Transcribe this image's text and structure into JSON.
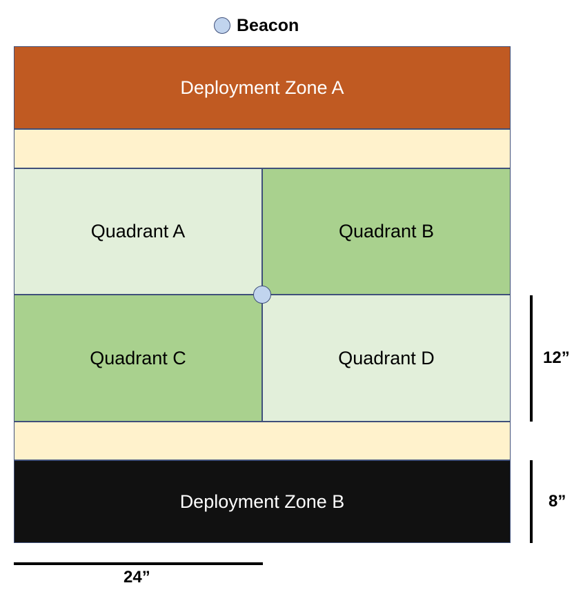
{
  "legend": {
    "label": "Beacon",
    "icon": "beacon-circle",
    "fill_color": "#c1d4ee"
  },
  "zones": {
    "deployment_a": "Deployment Zone A",
    "deployment_b": "Deployment Zone B"
  },
  "quadrants": {
    "a": "Quadrant A",
    "b": "Quadrant B",
    "c": "Quadrant C",
    "d": "Quadrant D"
  },
  "scale": {
    "vertical_quadrant": "12”",
    "vertical_zone": "8”",
    "horizontal": "24”"
  },
  "colors": {
    "deployment_a": "#c05a22",
    "deployment_b": "#111111",
    "buffer": "#fff2cc",
    "quadrant_light": "#e2efda",
    "quadrant_dark": "#a9d18e",
    "outline": "#3f4f7a"
  }
}
